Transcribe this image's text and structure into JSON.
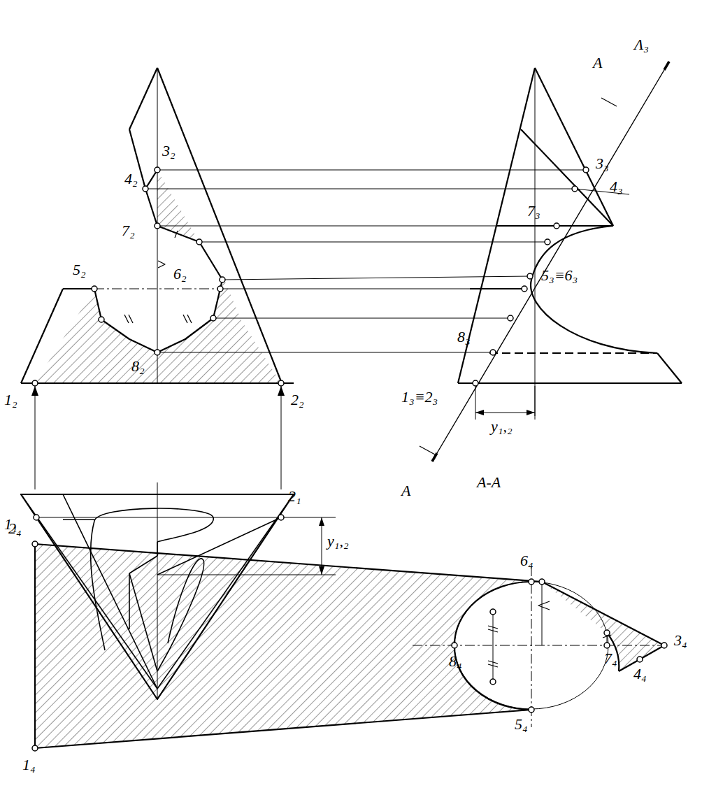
{
  "diagram": {
    "labels": [
      "Λ₃",
      "A",
      "A",
      "A-A",
      "3₂",
      "4₂",
      "7₂",
      "5₂",
      "6₂",
      "8₂",
      "1₂",
      "2₂",
      "1₁",
      "2₁",
      "y₁,₂",
      "3₃",
      "4₃",
      "7₃",
      "5₃≡6₃",
      "8₃",
      "1₃≡2₃",
      "y₁,₂",
      "2₄",
      "6₄",
      "8₄",
      "7₄",
      "3₄",
      "4₄",
      "5₄",
      "1₄"
    ]
  }
}
